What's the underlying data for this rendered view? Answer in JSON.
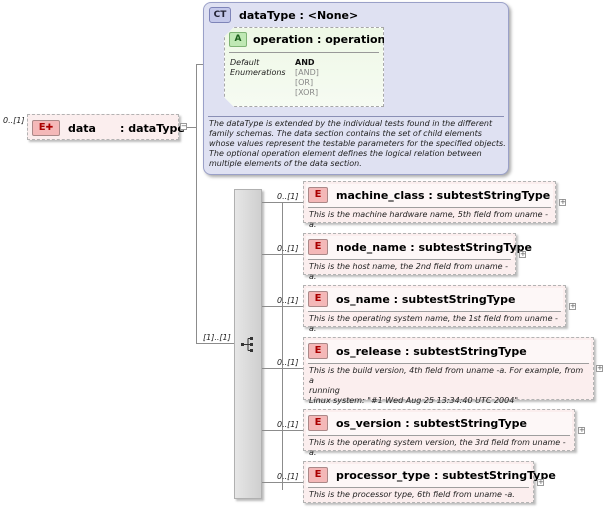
{
  "root": {
    "occurs": "0..[1]",
    "badge": "E",
    "name": "data",
    "type": ": dataType"
  },
  "complex_type": {
    "badge": "CT",
    "title": "dataType : <None>",
    "attribute": {
      "badge": "A",
      "title": "operation : operations",
      "default_label": "Default",
      "default_value": "AND",
      "enum_label": "Enumerations",
      "enumerations": [
        "[AND]",
        "[OR]",
        "[XOR]"
      ]
    },
    "doc": [
      "The dataType is extended by the individual tests found in the different",
      "family schemas.  The data section contains the set of child elements",
      "whose values represent the testable parameters for the specified objects.",
      "The optional operation element defines the logical relation between",
      "multiple elements of the data section."
    ]
  },
  "sequence": {
    "occurs": "[1]..[1]"
  },
  "children": [
    {
      "occurs": "0..[1]",
      "badge": "E",
      "title": "machine_class : subtestStringType",
      "doc": [
        "This is the machine hardware name, 5th field from uname -a."
      ]
    },
    {
      "occurs": "0..[1]",
      "badge": "E",
      "title": "node_name : subtestStringType",
      "doc": [
        "This is the host name, the 2nd field from uname -a."
      ]
    },
    {
      "occurs": "0..[1]",
      "badge": "E",
      "title": "os_name : subtestStringType",
      "doc": [
        "This is the operating system name, the 1st field from uname -a."
      ]
    },
    {
      "occurs": "0..[1]",
      "badge": "E",
      "title": "os_release : subtestStringType",
      "doc": [
        "This is the build version, 4th field from uname -a. For example, from a",
        "running",
        "Linux system: \"#1 Wed Aug 25 13:34:40 UTC 2004\""
      ]
    },
    {
      "occurs": "0..[1]",
      "badge": "E",
      "title": "os_version : subtestStringType",
      "doc": [
        "This is the operating system version, the 3rd field from uname -a."
      ]
    },
    {
      "occurs": "0..[1]",
      "badge": "E",
      "title": "processor_type : subtestStringType",
      "doc": [
        "This is the processor type, 6th field from uname -a."
      ]
    }
  ]
}
